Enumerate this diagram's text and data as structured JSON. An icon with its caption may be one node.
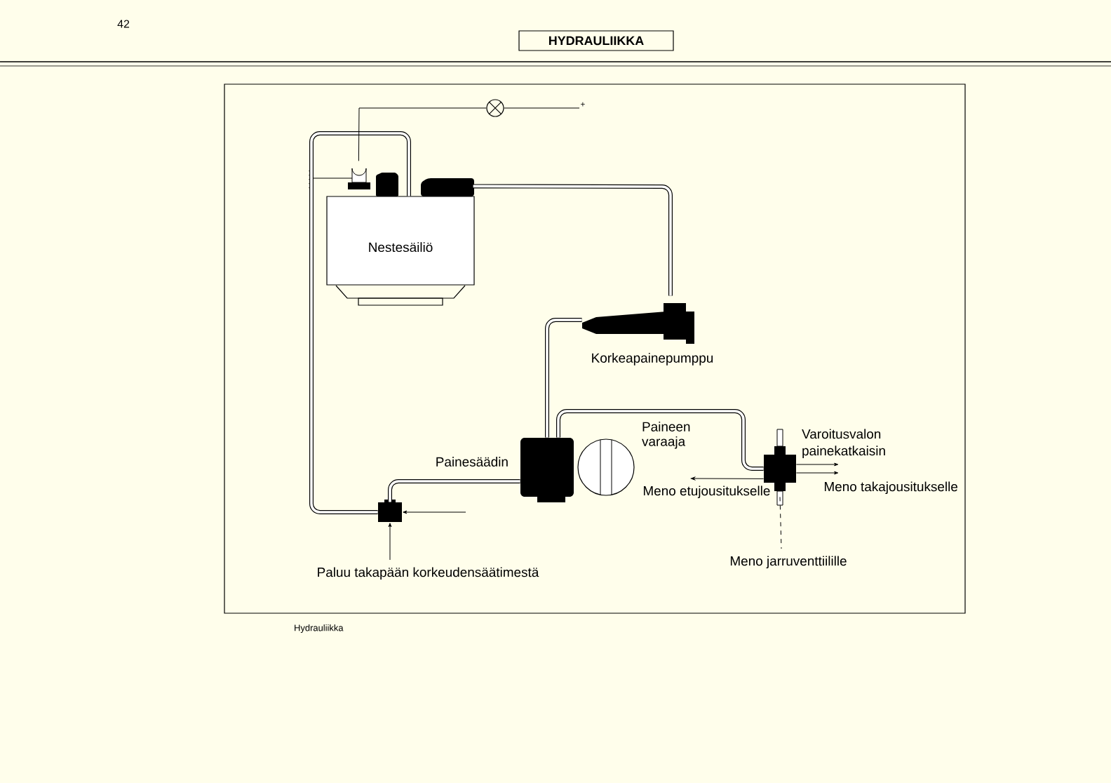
{
  "diagram": {
    "title": "HYDRAULIIKKA",
    "caption": "Hydrauliikka",
    "nodes": [
      {
        "text": [
          "Nestesäiliö"
        ]
      },
      {
        "text": [
          "Korkeapainepumppu"
        ]
      },
      {
        "text": [
          "Painesäädin"
        ]
      },
      {
        "text": [
          "Paineen varaaja"
        ]
      },
      {
        "text": [
          "Varoitusvalon painekatkaisin"
        ]
      },
      {
        "text": [],
        "shape": "box"
      },
      {
        "text": [],
        "shape": "circle"
      },
      {
        "text": [
          "Meno etujousitukselle"
        ]
      },
      {
        "text": [
          "Meno takajousitukselle"
        ]
      },
      {
        "text": [
          "+"
        ]
      },
      {
        "text": [
          "Paluu takapään korkeudensäätimestä"
        ]
      },
      {
        "text": [
          "Meno jarruventtiilille"
        ]
      }
    ],
    "edges": [
      {
        "from": 0,
        "to": 1,
        "arrow": "none",
        "style": "thick"
      },
      {
        "from": 1,
        "to": 2,
        "arrow": "none",
        "style": "thick"
      },
      {
        "from": 2,
        "to": 4,
        "arrow": "none",
        "style": "thick"
      },
      {
        "from": 0,
        "to": 5,
        "arrow": "none",
        "style": "thick"
      },
      {
        "from": 2,
        "to": 5,
        "arrow": "none",
        "style": "thick"
      },
      {
        "from": 10,
        "to": 5,
        "arrow": "to"
      },
      {
        "from": null,
        "to": 5,
        "arrow": "to"
      },
      {
        "from": 4,
        "to": 7,
        "arrow": "to"
      },
      {
        "from": 4,
        "to": 8,
        "arrow": "to"
      },
      {
        "from": 4,
        "to": 8,
        "arrow": "to"
      },
      {
        "from": 4,
        "to": 11,
        "arrow": "none",
        "style": "dashed"
      },
      {
        "from": 0,
        "to": 6,
        "arrow": "none"
      },
      {
        "from": 6,
        "to": 9,
        "arrow": "none"
      }
    ],
    "labels": [
      "42"
    ]
  }
}
